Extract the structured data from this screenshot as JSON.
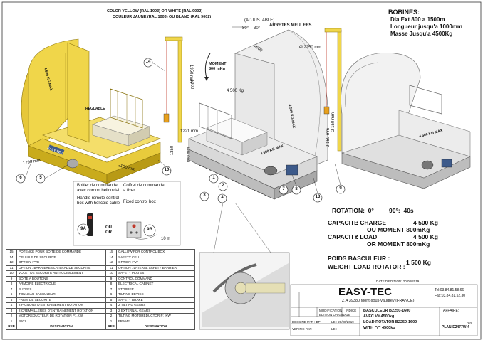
{
  "notes": {
    "color": "COLOR YELLOW (RAL 1003) OR WHITE (RAL 9002)",
    "couleur": "COULEUR JAUNE (RAL 1003) OU BLANC (RAL 9002)",
    "adjustable": "(ADJUSTABLE)",
    "arretes": "ARRETES MEULEES",
    "reglable": "REGLABLE",
    "moment": "MOMENT\n800 mKg",
    "handle_fr": "Boitier de commande\navec cordon helicoidal",
    "handle_en": "Handle remote control\nbox with helicoid cable",
    "fixed_fr": "Coffret de commande\na fixer",
    "fixed_en": "Fixed control box",
    "ou_or": "OU\nOR",
    "ten_m": "10 m",
    "date": "DATE D'EDITION: 20/08/2019"
  },
  "dimensions": {
    "d2250": "Ø 2250 mm",
    "d1600": "1600",
    "d1950": "1950 mm",
    "d1200": "1200",
    "d80": "80°",
    "d30": "30°",
    "d1790": "1790 mm",
    "d2100": "2100 mm",
    "d2150": "2 150 mm",
    "d1221": "1221 mm",
    "d1350": "1350",
    "d800": "800 mm",
    "d2150b": "2 150 mm",
    "d4500": "4 500 Kg"
  },
  "plate_labels": {
    "max1": "4 500 KG MAX",
    "max2": "4 500 KG MAX",
    "max3": "4 500 KG MAX",
    "max4": "4 500 KG MAX",
    "logo": "EASY-TEC"
  },
  "callouts": [
    "14",
    "6",
    "5",
    "10",
    "9",
    "1",
    "2",
    "3",
    "4",
    "7",
    "8",
    "13",
    "9A",
    "9B"
  ],
  "bobines": {
    "title": "BOBINES:",
    "l1": "Dia Ext 800 a 1500m",
    "l2": "Longueur jusqu'a 1000mm",
    "l3": "Masse Jusqu'a 4500Kg"
  },
  "specs": {
    "rotation": "ROTATION:  0°         90°:  40s",
    "capacite_label": "CAPACITE",
    "capacite_charge": ":    CHARGE",
    "capacite_val": "4 500  Kg",
    "capacite_moment": "OU MOMENT 800mKg",
    "capacity_label": "CAPACITY",
    "capacity_load": ":    LOAD",
    "capacity_val": "4 500  Kg",
    "capacity_moment": "OR MOMENT 800mKg",
    "poids": "POIDS BASCULEUR :",
    "weight": "WEIGHT LOAD ROTATOR :",
    "weight_val": "1 500 Kg"
  },
  "parts": [
    {
      "rep": "15",
      "fr": "POTENCE POUR BOITE DE COMMANDE",
      "rep2": "15",
      "en": "GALLOW FOR CONTROL BOX"
    },
    {
      "rep": "14",
      "fr": "CELLULE DE SECURITE",
      "rep2": "14",
      "en": "SAFETY CELL"
    },
    {
      "rep": "12",
      "fr": "OPTION : \"VE",
      "rep2": "12",
      "en": "OPTION : \"V\""
    },
    {
      "rep": "11",
      "fr": "OPTION : BARRIERES LATERAL DE SECURITE",
      "rep2": "11",
      "en": "OPTION : LATERAL SAFETY BARRIER"
    },
    {
      "rep": "10",
      "fr": "VOLET DE SECURITE ANTI-COINCEMENT",
      "rep2": "10",
      "en": "SAFETY PLATES"
    },
    {
      "rep": "9",
      "fr": "BOITE A BOUTONS",
      "rep2": "9",
      "en": "CONTROL COMMAND"
    },
    {
      "rep": "8",
      "fr": "ARMOIRE ELECTRIQUE",
      "rep2": "8",
      "en": "ELECTRICAL CABINET"
    },
    {
      "rep": "7",
      "fr": "BUTEES",
      "rep2": "7",
      "en": "STOPPER"
    },
    {
      "rep": "6",
      "fr": "TONNEAU BASCULEUR",
      "rep2": "6",
      "en": "TILTING DEVICE"
    },
    {
      "rep": "5",
      "fr": "FREIN DE SECURITE",
      "rep2": "5",
      "en": "SAFETY BRAKE"
    },
    {
      "rep": "4",
      "fr": "2 PIGNONS D'ENTRAINEMENT ROTATION",
      "rep2": "4",
      "en": "2 TILTING GEARS"
    },
    {
      "rep": "3",
      "fr": "2 CREMAILLERES D'ENTRAINEMENT ROTATION",
      "rep2": "3",
      "en": "2 EXTERNAL GEARS"
    },
    {
      "rep": "2",
      "fr": "MOTOREDUCTEUR DE ROTATION P: .KW",
      "rep2": "2",
      "en": "TILTING MOTOREDUCTOR P: .KW"
    },
    {
      "rep": "1",
      "fr": "BATI",
      "rep2": "1",
      "en": "FRAME"
    }
  ],
  "parts_header": {
    "rep": "REP",
    "designation": "DESIGNATION",
    "rep2": "REP",
    "designation2": "DESIGNATION"
  },
  "titleblock": {
    "company": "EASY-TEC",
    "address": "Z.A 39380 Mont-sous-vaudrey (FRANCE)",
    "tel": "Tel:03.84.81.58.66",
    "fax": "Fax:03.84.81.52.30",
    "modification": "MODIFICATION",
    "edition": "EDITION ORIGINALE",
    "indice": "INDICE",
    "dessine": "DESSINE PAR : BP",
    "le": "LE : 20/08/2019",
    "verifie": "VERIFIE PAR :",
    "le2": "LE :",
    "product1": "BASCULEUR B2250-1600",
    "product2": "AVEC Vé  4500kg",
    "product3": "LOAD ROTATOR B2250-1600",
    "product4": "WITH \"V\"  4500kg",
    "affaire": "AFFAIRE:",
    "plan": "PLAN:E2477W-4",
    "rev": "Rev"
  },
  "colors": {
    "yellow": "#f0d64a",
    "yellow_dark": "#c9ab1c",
    "grey": "#d9d9d9",
    "grey_dark": "#9a9a9a",
    "blue": "#3d5a8a",
    "red": "#c0392b"
  }
}
